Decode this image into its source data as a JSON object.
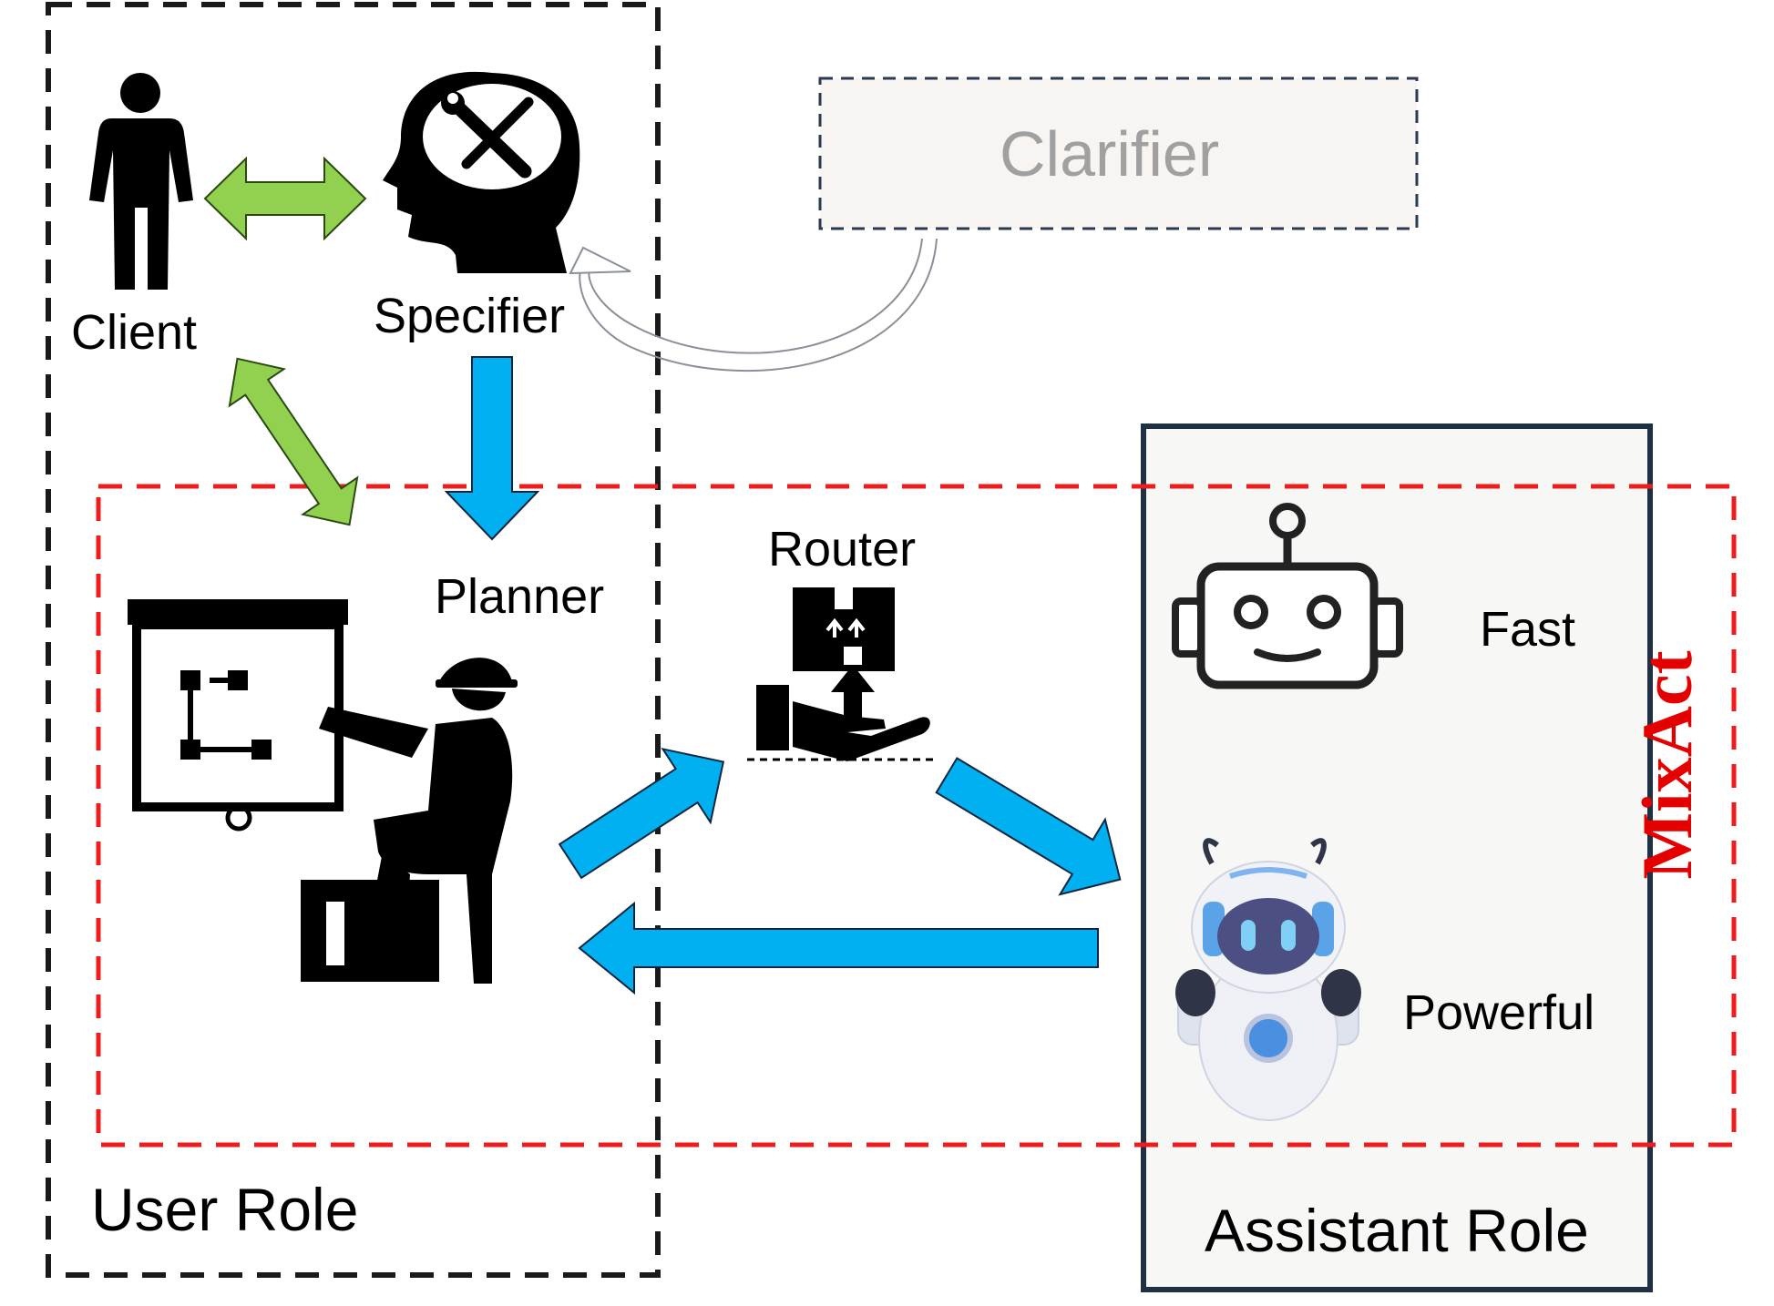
{
  "roles": {
    "user_role_label": "User Role",
    "assistant_role_label": "Assistant Role",
    "framework_label": "MixAct"
  },
  "nodes": {
    "client": "Client",
    "specifier": "Specifier",
    "clarifier": "Clarifier",
    "planner": "Planner",
    "router": "Router",
    "fast_model": "Fast",
    "powerful_model": "Powerful"
  },
  "icons": {
    "client": "person-icon",
    "specifier": "head-with-tools-icon",
    "planner": "presenter-at-board-icon",
    "router": "hand-with-package-icon",
    "fast_model": "robot-face-icon",
    "powerful_model": "robot-character-icon"
  },
  "colors": {
    "user_role_border": "#1a1a1a",
    "mixact_border": "#ee1c1c",
    "mixact_text": "#e50000",
    "assistant_box_border": "#1f2f44",
    "assistant_box_fill": "#f7f8f5",
    "clarifier_border": "#2a3a52",
    "clarifier_fill": "#f7f4f2",
    "clarifier_text": "#a0a0a0",
    "green_arrow": "#92d050",
    "blue_arrow": "#00b0f0"
  }
}
